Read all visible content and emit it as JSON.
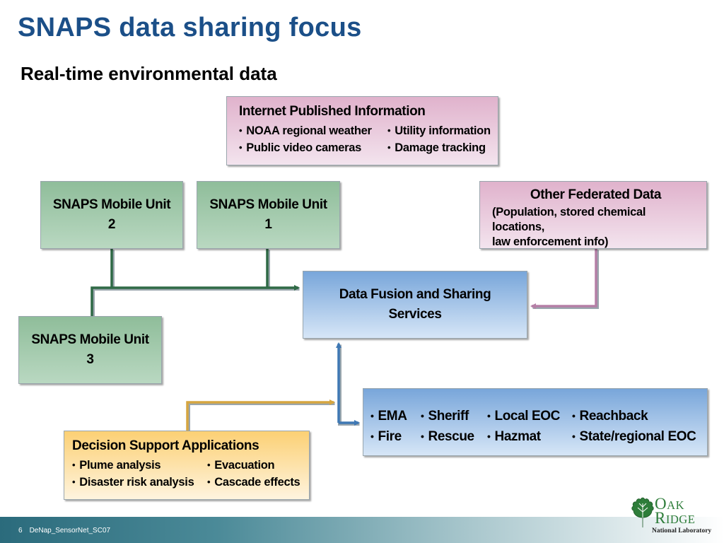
{
  "title": "SNAPS data sharing focus",
  "subtitle": "Real-time environmental data",
  "internet": {
    "heading": "Internet Published Information",
    "items": [
      "NOAA regional weather",
      "Utility information",
      "Public video cameras",
      "Damage tracking"
    ]
  },
  "units": {
    "unit2": "SNAPS Mobile Unit 2",
    "unit1": "SNAPS Mobile Unit 1",
    "unit3": "SNAPS Mobile Unit 3"
  },
  "federated": {
    "heading": "Other Federated Data",
    "line1": "(Population, stored chemical",
    "line2": "locations,",
    "line3": "law enforcement info)"
  },
  "fusion": {
    "label": "Data Fusion and Sharing Services"
  },
  "responders": {
    "items": [
      "EMA",
      "Sheriff",
      "Local EOC",
      "Reachback",
      "Fire",
      "Rescue",
      "Hazmat",
      "State/regional EOC"
    ]
  },
  "decision": {
    "heading": "Decision Support Applications",
    "items": [
      "Plume analysis",
      "Evacuation",
      "Disaster risk analysis",
      "Cascade effects"
    ]
  },
  "colors": {
    "title": "#1b4f88",
    "green_connector": "#2f6a46",
    "pink_connector": "#b57fa6",
    "blue_connector": "#3f78b4",
    "orange_connector": "#d6a640"
  },
  "footer": {
    "page_number": "6",
    "doc_name": "DeNap_SensorNet_SC07"
  },
  "logo": {
    "line1": "Oak",
    "line2": "Ridge",
    "line3": "National Laboratory",
    "icon": "oak-leaf-icon"
  }
}
